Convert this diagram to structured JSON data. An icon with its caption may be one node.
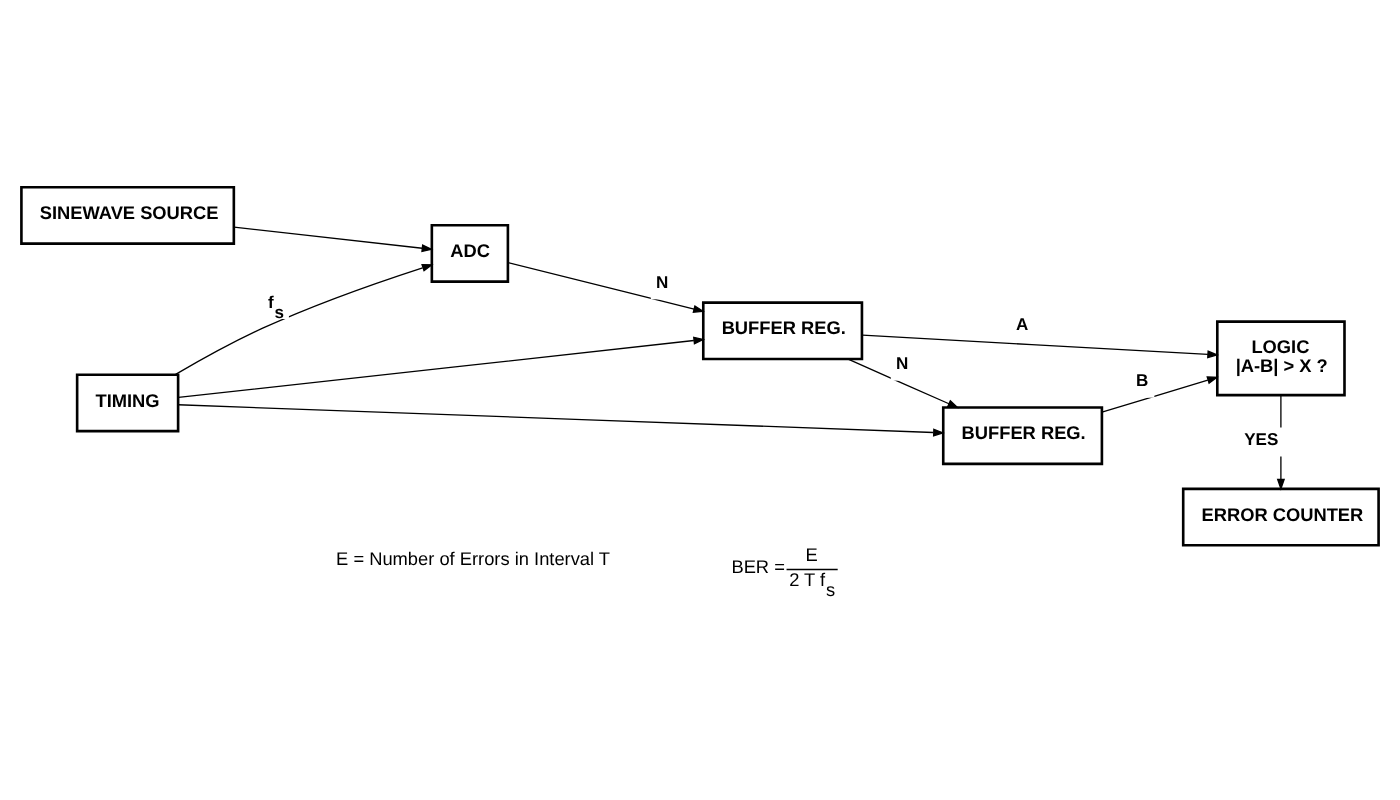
{
  "diagram": {
    "nodes": [
      {
        "text": [
          "SINEWAVE SOURCE"
        ]
      },
      {
        "text": [
          "ADC"
        ]
      },
      {
        "text": [
          "BUFFER REG."
        ]
      },
      {
        "text": [
          "BUFFER REG."
        ]
      },
      {
        "text": [
          "LOGIC",
          "|A-B| > X ?"
        ]
      },
      {
        "text": [
          "TIMING"
        ]
      },
      {
        "text": [
          "ERROR COUNTER"
        ]
      }
    ],
    "edges": [
      {
        "from": 0,
        "to": 1,
        "arrow": "to"
      },
      {
        "from": 1,
        "to": 2,
        "arrow": "to",
        "label": "N"
      },
      {
        "from": 2,
        "to": 3,
        "arrow": "to",
        "label": "N"
      },
      {
        "from": 2,
        "to": 4,
        "arrow": "to",
        "label": "A"
      },
      {
        "from": 3,
        "to": 4,
        "arrow": "to",
        "label": "B"
      },
      {
        "from": 5,
        "to": 1,
        "arrow": "to",
        "label": "f$_{s}$"
      },
      {
        "from": 5,
        "to": 2,
        "arrow": "to"
      },
      {
        "from": 5,
        "to": 3,
        "arrow": "to"
      },
      {
        "from": 4,
        "to": 6,
        "arrow": "to",
        "label": "YES"
      }
    ],
    "labels": [
      "E = Number of Errors in Interval T",
      "BER =",
      "E",
      "2 T f$_{s}$"
    ]
  }
}
